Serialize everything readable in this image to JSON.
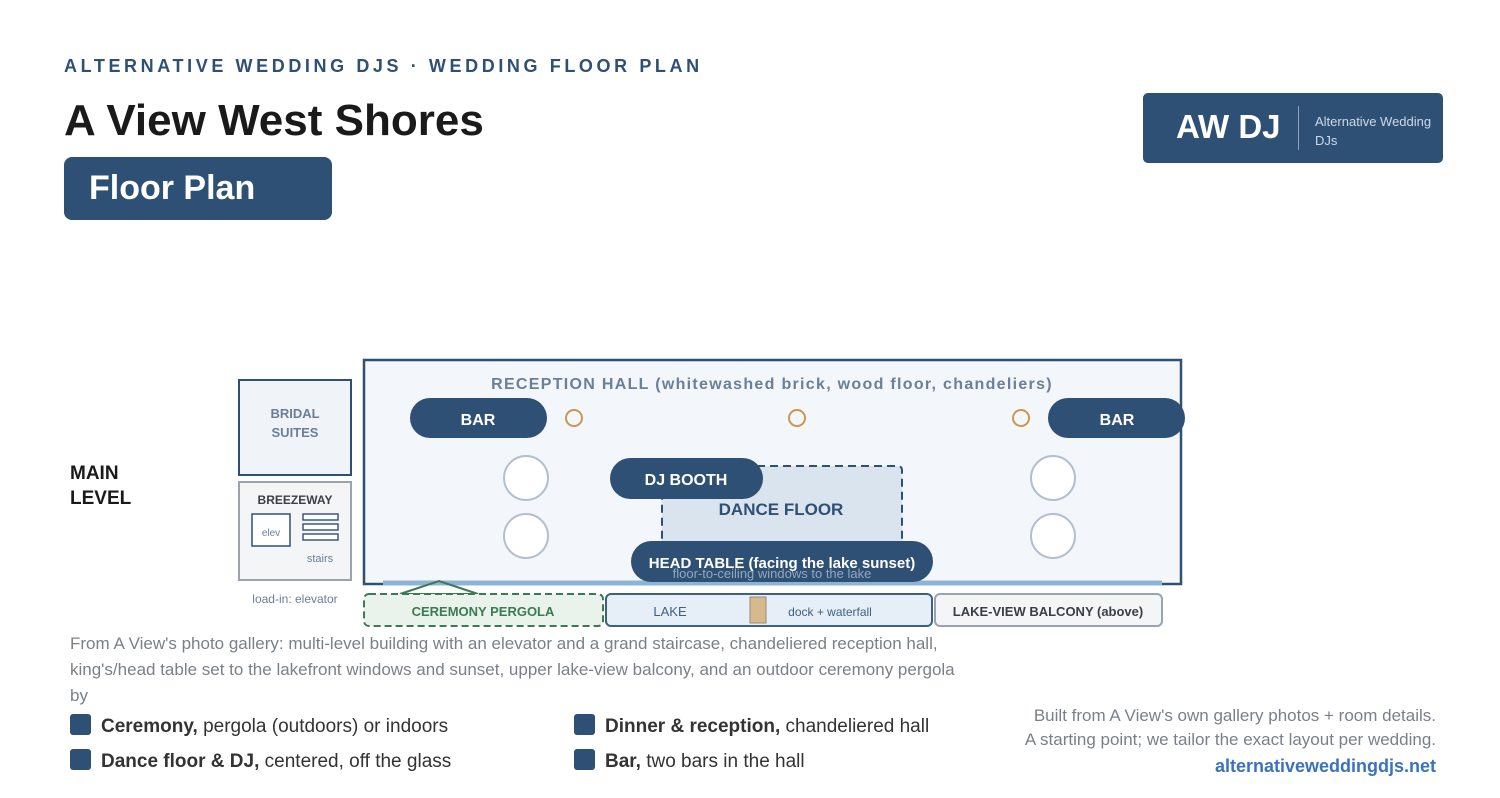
{
  "header": {
    "eyebrow": "ALTERNATIVE WEDDING DJS · WEDDING FLOOR PLAN",
    "title": "A View West Shores",
    "pill": "Floor Plan"
  },
  "logo": {
    "mark": "AW DJ",
    "sub": "Alternative Wedding DJs"
  },
  "plan": {
    "level": [
      "MAIN",
      "LEVEL"
    ],
    "bridal": [
      "BRIDAL",
      "SUITES"
    ],
    "breezeway": "BREEZEWAY",
    "elev": "elev",
    "stairs": "stairs",
    "loadin": "load-in: elevator",
    "hall_title": "RECEPTION HALL (whitewashed brick, wood floor, chandeliers)",
    "bar_left": "BAR",
    "bar_right": "BAR",
    "dj_booth": "DJ BOOTH",
    "dance_floor": "DANCE FLOOR",
    "head_table": "HEAD TABLE (facing the lake sunset)",
    "windows": "floor-to-ceiling windows to the lake",
    "pergola": "CEREMONY PERGOLA",
    "lake": "LAKE",
    "dock": "dock + waterfall",
    "balcony": "LAKE-VIEW BALCONY (above)"
  },
  "description": [
    "From A View's photo gallery: multi-level building with an elevator and a grand staircase, chandeliered reception hall,",
    "king's/head table set to the lakefront windows and sunset, upper lake-view balcony, and an outdoor ceremony pergola by"
  ],
  "legend": [
    {
      "bold": "Ceremony,",
      "text": " pergola (outdoors) or indoors"
    },
    {
      "bold": "Dinner & reception,",
      "text": " chandeliered hall"
    },
    {
      "bold": "Dance floor & DJ,",
      "text": " centered, off the glass"
    },
    {
      "bold": "Bar,",
      "text": " two bars in the hall"
    }
  ],
  "footer": {
    "line1": "Built from A View's own gallery photos + room details.",
    "line2": "A starting point; we tailor the exact layout per wedding.",
    "link": "alternativeweddingdjs.net"
  },
  "colors": {
    "navy": "#2f5075",
    "green": "#3b7a52",
    "gold": "#c8994e",
    "link": "#3a72bf"
  }
}
